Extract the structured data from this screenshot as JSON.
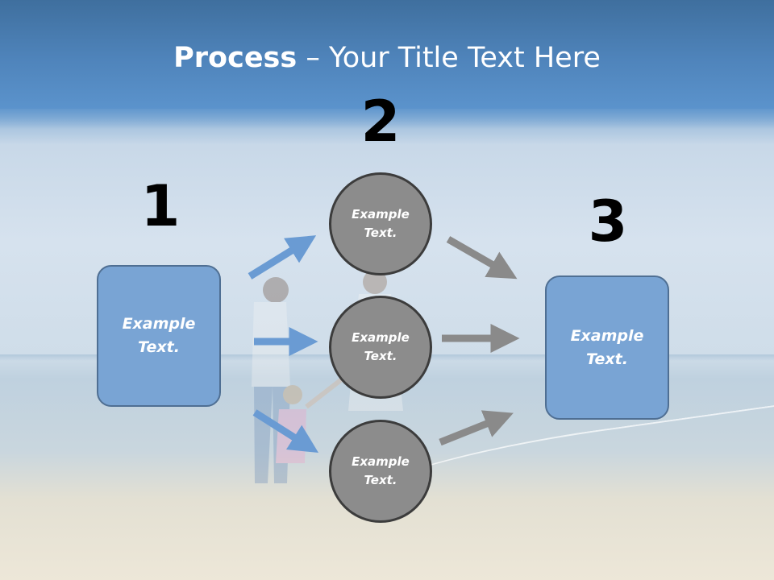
{
  "title": {
    "bold": "Process",
    "rest": " – Your Title Text Here"
  },
  "steps": {
    "one": {
      "number": "1",
      "box_text": "Example\nText."
    },
    "two": {
      "number": "2",
      "circles": [
        {
          "text": "Example\nText."
        },
        {
          "text": "Example\nText."
        },
        {
          "text": "Example\nText."
        }
      ]
    },
    "three": {
      "number": "3",
      "box_text": "Example\nText."
    }
  },
  "colors": {
    "title_band": "#4f84bb",
    "box_fill": "#79a4d4",
    "circle_fill": "#8c8c8c",
    "blue_arrow": "#6a9bd3",
    "gray_arrow": "#8a8a8a"
  },
  "background": "beach-family-photo"
}
